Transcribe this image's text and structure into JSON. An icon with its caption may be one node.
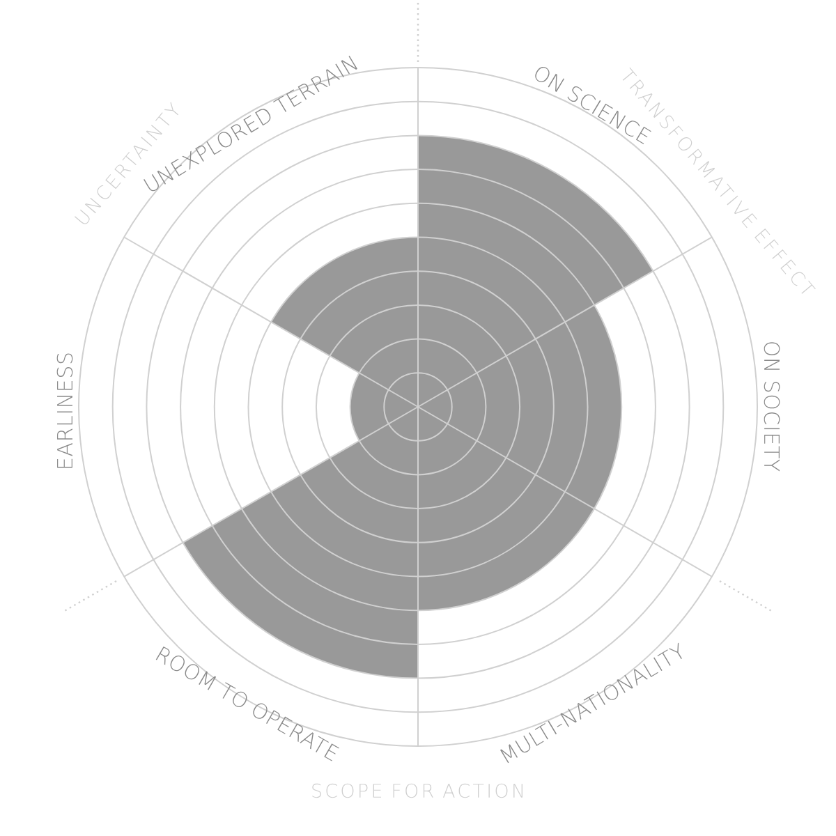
{
  "diagram": {
    "labels": [
      "UNEXPLORED TERRAIN",
      "ON SCIENCE",
      "TRANSFORMATIVE EFFECT",
      "UNCERTAINTY",
      "EARLINESS",
      "ON SOCIETY",
      "ROOM TO OPERATE",
      "MULTI-NATIONALITY",
      "SCOPE FOR ACTION"
    ]
  }
}
